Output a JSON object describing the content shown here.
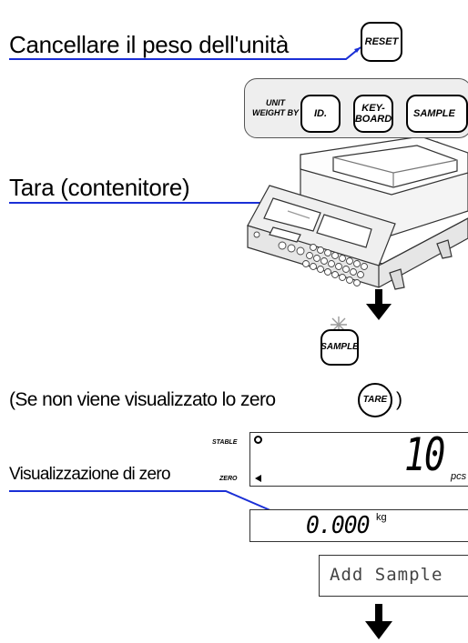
{
  "steps": {
    "cancel_unit_weight": "Cancellare il peso dell'unità",
    "tare_container": "Tara (contenitore)",
    "if_zero_not_shown": "(Se non viene visualizzato lo zero",
    "if_zero_close_paren": ")",
    "zero_display": "Visualizzazione di zero"
  },
  "keys": {
    "reset": "RESET",
    "id": "ID.",
    "keyboard": "KEY-\nBOARD",
    "sample_top": "SAMPLE",
    "sample_mid": "SAMPLE",
    "tare": "TARE"
  },
  "unit_weight_panel": {
    "label": "UNIT\nWEIGHT BY"
  },
  "display": {
    "stable_label": "STABLE",
    "zero_label": "ZERO",
    "count_value": "10",
    "count_unit": "pcs",
    "weight_value": "0.000",
    "weight_unit": "kg",
    "message": "Add Sample"
  },
  "colors": {
    "pointer_line": "#1a2fd6",
    "panel_bg": "#eeeeee",
    "blink_ray": "#9a9a9a"
  }
}
